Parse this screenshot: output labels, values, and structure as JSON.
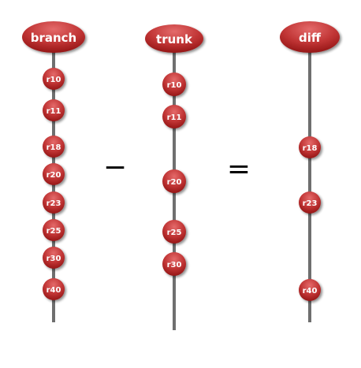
{
  "columns": [
    {
      "id": "branch",
      "label": "branch",
      "revisions": [
        "r10",
        "r11",
        "r18",
        "r20",
        "r23",
        "r25",
        "r30",
        "r40"
      ]
    },
    {
      "id": "trunk",
      "label": "trunk",
      "revisions": [
        "r10",
        "r11",
        "r20",
        "r25",
        "r30"
      ]
    },
    {
      "id": "diff",
      "label": "diff",
      "revisions": [
        "r18",
        "r23",
        "r40"
      ]
    }
  ],
  "operators": {
    "minus": "−",
    "equals": "="
  },
  "colors": {
    "node_dark": "#8e1212",
    "node_mid": "#c03434",
    "node_light": "#e46a6a",
    "line": "#6f6f6f",
    "text": "#ffffff",
    "operator": "#000000"
  }
}
